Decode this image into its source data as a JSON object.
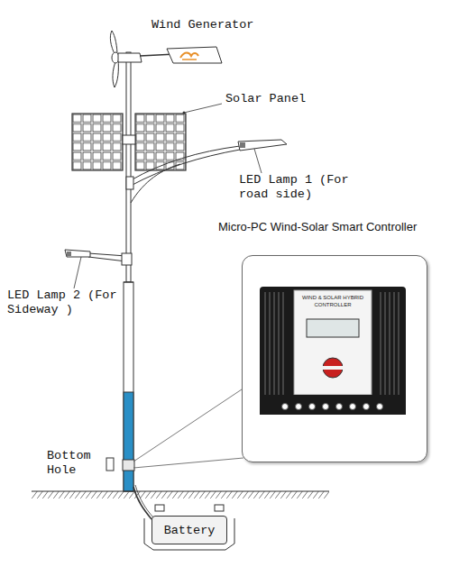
{
  "diagram": {
    "nodes": [
      {
        "text": [
          "Micro-PC Wind-Solar Smart Controller"
        ]
      },
      {
        "text": [
          "WIND & SOLAR HYBRID CONTROLLER"
        ],
        "in": 0
      },
      {
        "text": [
          "Battery"
        ]
      }
    ],
    "labels": [
      "Wind Generator",
      "Solar Panel",
      "LED Lamp 1 (For road side)",
      "LED Lamp 2 (For Sideway )",
      "Bottom Hole"
    ]
  }
}
